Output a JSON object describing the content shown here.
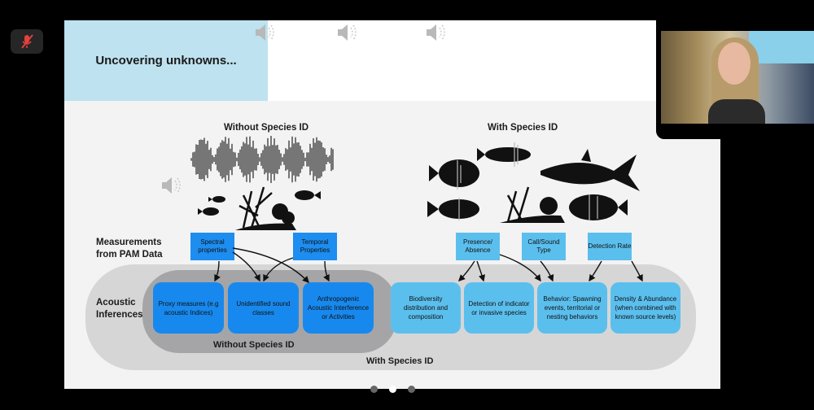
{
  "meeting": {
    "mute_icon": "microphone-muted-icon",
    "slide_indicator": {
      "total": 3,
      "current": 2
    }
  },
  "slide": {
    "title": "Uncovering unknowns...",
    "audio_icons": [
      "speaker-icon",
      "speaker-icon",
      "speaker-icon",
      "speaker-icon"
    ],
    "without_header": "Without Species ID",
    "with_header": "With Species ID",
    "row_labels": {
      "measurements": [
        "Measurements",
        "from PAM Data"
      ],
      "inferences": [
        "Acoustic",
        "Inferences"
      ]
    },
    "measurements_without": [
      "Spectral properties",
      "Temporal Properties"
    ],
    "measurements_with": [
      "Presence/ Absence",
      "Call/Sound Type",
      "Detection Rate"
    ],
    "inferences_without": [
      "Proxy measures (e.g acoustic Indices)",
      "Unidentified sound classes",
      "Anthropogenic Acoustic Interference or Activities"
    ],
    "inferences_with": [
      "Biodiversity distribution and composition",
      "Detection of indicator or invasive species",
      "Behavior: Spawning events, territorial or nesting behaviors",
      "Density & Abundance (when combined with known source levels)"
    ],
    "inner_pill_label": "Without Species ID",
    "outer_pill_label": "With Species ID",
    "colors": {
      "title_bg": "#bee2ef",
      "dark_blue": "#1789ee",
      "light_blue": "#5bbfee",
      "inner_pill": "#a5a5a7",
      "outer_pill": "#d6d6d6"
    }
  },
  "video": {
    "participant": "presenter-video"
  }
}
